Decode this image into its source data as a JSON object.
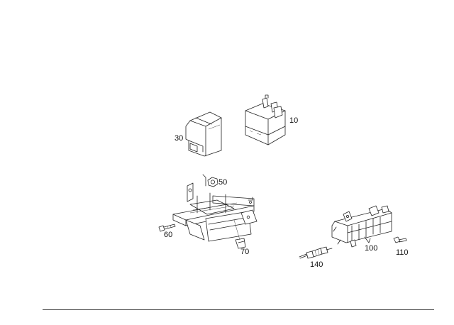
{
  "parts": [
    {
      "id": "relay-box",
      "label": "10"
    },
    {
      "id": "cover-cap",
      "label": "30"
    },
    {
      "id": "nut",
      "label": "50"
    },
    {
      "id": "bolt-left",
      "label": "60"
    },
    {
      "id": "clip",
      "label": "70"
    },
    {
      "id": "control-unit",
      "label": "100"
    },
    {
      "id": "bolt-right",
      "label": "110"
    },
    {
      "id": "sensor-pin",
      "label": "140"
    }
  ],
  "colors": {
    "line": "#222222",
    "background": "#ffffff",
    "rule": "#444444"
  }
}
